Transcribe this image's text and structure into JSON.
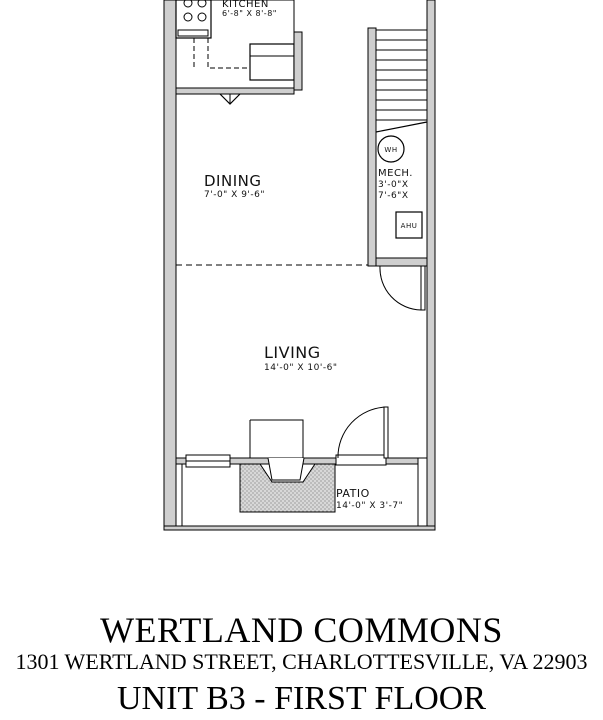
{
  "rooms": {
    "kitchen": {
      "name": "KITCHEN",
      "size": "6'-8\" X 8'-8\""
    },
    "dining": {
      "name": "DINING",
      "size": "7'-0\" X 9'-6\""
    },
    "mech": {
      "name": "MECH.",
      "size_line1": "3'-0\"X",
      "size_line2": "7'-6\"X"
    },
    "living": {
      "name": "LIVING",
      "size": "14'-0\" X 10'-6\""
    },
    "patio": {
      "name": "PATIO",
      "size": "14'-0\" X 3'-7\""
    }
  },
  "fixtures": {
    "water_heater": "WH",
    "air_handler": "AHU"
  },
  "title": {
    "name": "WERTLAND COMMONS",
    "address": "1301 WERTLAND STREET, CHARLOTTESVILLE, VA 22903",
    "unit": "UNIT B3 - FIRST FLOOR"
  }
}
